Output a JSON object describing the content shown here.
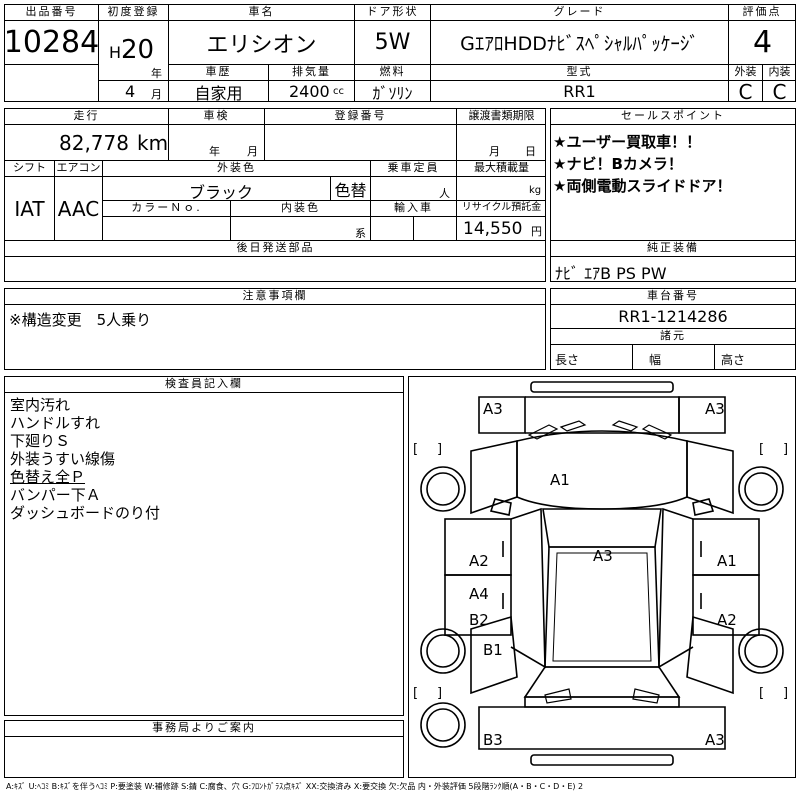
{
  "header": {
    "lot_label": "出品番号",
    "lot_number": "10284",
    "first_reg_label": "初度登録",
    "era": "H",
    "year_value": "20",
    "year_unit": "年",
    "month_value": "4",
    "month_unit": "月",
    "car_name_label": "車名",
    "car_name": "エリシオン",
    "door_label": "ドア形状",
    "door_value": "5W",
    "grade_label": "グレード",
    "grade_value": "GｴｱﾛHDDﾅﾋﾞｽﾍﾟｼｬﾙﾊﾟｯｹｰｼﾞ",
    "score_label": "評価点",
    "score_value": "4",
    "history_label": "車歴",
    "history_value": "自家用",
    "displacement_label": "排気量",
    "displacement_value": "2400",
    "displacement_unit": "cc",
    "fuel_label": "燃料",
    "fuel_value": "ｶﾞｿﾘﾝ",
    "model_label": "型式",
    "model_value": "RR1",
    "exterior_label": "外装",
    "exterior_value": "C",
    "interior_label": "内装",
    "interior_value": "C"
  },
  "row2": {
    "mileage_label": "走行",
    "mileage_value": "82,778",
    "mileage_unit": "km",
    "inspection_label": "車検",
    "insp_year_unit": "年",
    "insp_month_unit": "月",
    "reg_no_label": "登録番号",
    "transfer_label": "譲渡書類期限",
    "transfer_month_unit": "月",
    "transfer_day_unit": "日",
    "sales_label": "セールスポイント",
    "sales_points": [
      "★ユーザー買取車！！",
      "★ナビ！Bカメラ！",
      "★両側電動スライドドア！"
    ],
    "shift_label": "シフト",
    "shift_value": "IAT",
    "ac_label": "エアコン",
    "ac_value": "AAC",
    "color_label": "外装色",
    "color_value": "ブラック",
    "color_change": "色替",
    "color_no_label": "カラーＮｏ.",
    "interior_color_label": "内装色",
    "interior_color_unit": "系",
    "capacity_label": "乗車定員",
    "capacity_unit": "人",
    "import_label": "輸入車",
    "max_load_label": "最大積載量",
    "max_load_unit": "kg",
    "recycle_label": "リサイクル預託金",
    "recycle_value": "14,550",
    "recycle_unit": "円",
    "later_parts_label": "後日発送部品",
    "equipment_label": "純正装備",
    "equipment_value": "ﾅﾋﾞ ｴｱB PS PW"
  },
  "notes": {
    "caution_label": "注意事項欄",
    "caution_value": "※構造変更　5人乗り",
    "chassis_label": "車台番号",
    "chassis_value": "RR1-1214286",
    "dims_label": "諸元",
    "length_label": "長さ",
    "width_label": "幅",
    "height_label": "高さ"
  },
  "inspector": {
    "label": "検査員記入欄",
    "lines": [
      "室内汚れ",
      "ハンドルすれ",
      "下廻りＳ",
      "外装うすい線傷",
      "色替え全Ｐ",
      "バンパー下Ａ",
      "ダッシュボードのり付"
    ]
  },
  "office": {
    "label": "事務局よりご案内"
  },
  "diagram": {
    "marks": {
      "front_left": "A3",
      "front_right": "A3",
      "hood": "A1",
      "roof": "A3",
      "left_front_door": "A2",
      "right_front_door": "A1",
      "left_step": "A4",
      "left_rear_door": "B2",
      "right_rear_door": "A2",
      "left_rear_wheel": "B1",
      "rear_left": "B3",
      "rear_right": "A3"
    }
  },
  "legend": "A:ｷｽﾞ U:ﾍｺﾐ B:ｷｽﾞを伴うﾍｺﾐ P:要塗装 W:補修跡 S:錆 C:腐食、穴 G:ﾌﾛﾝﾄｶﾞﾗｽ点ｷｽﾞ XX:交換済み X:要交換 欠:欠品 内・外装評価 5段階ﾗﾝｸ順(A・B・C・D・E) 2"
}
